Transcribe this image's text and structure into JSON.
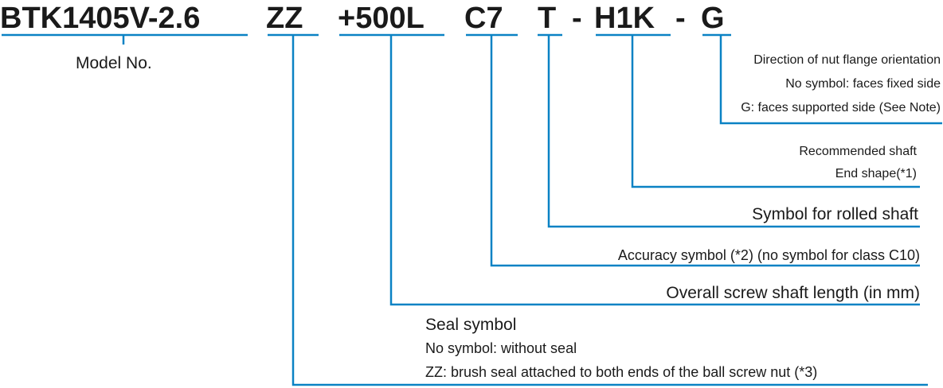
{
  "code": {
    "model": "BTK1405V-2.6",
    "seal": "ZZ",
    "length": "+500L",
    "accuracy": "C7",
    "rolled": "T",
    "dash1": "-",
    "end_shape": "H1K",
    "dash2": "-",
    "orientation": "G"
  },
  "labels": {
    "model": "Model No.",
    "orientation": {
      "line1": "Direction of nut flange orientation",
      "line2": "No symbol: faces fixed side",
      "line3": "G: faces supported side (See Note)"
    },
    "end_shape": {
      "line1": "Recommended shaft",
      "line2": "End shape(*1)"
    },
    "rolled": "Symbol for rolled shaft",
    "accuracy": "Accuracy symbol (*2) (no symbol for class C10)",
    "length": "Overall screw shaft length (in mm)",
    "seal": {
      "line1": "Seal symbol",
      "line2": "No symbol: without seal",
      "line3": "ZZ: brush seal attached to both ends of the ball screw nut (*3)"
    }
  },
  "colors": {
    "accent": "#0a82c4",
    "text": "#1a1a1a"
  }
}
